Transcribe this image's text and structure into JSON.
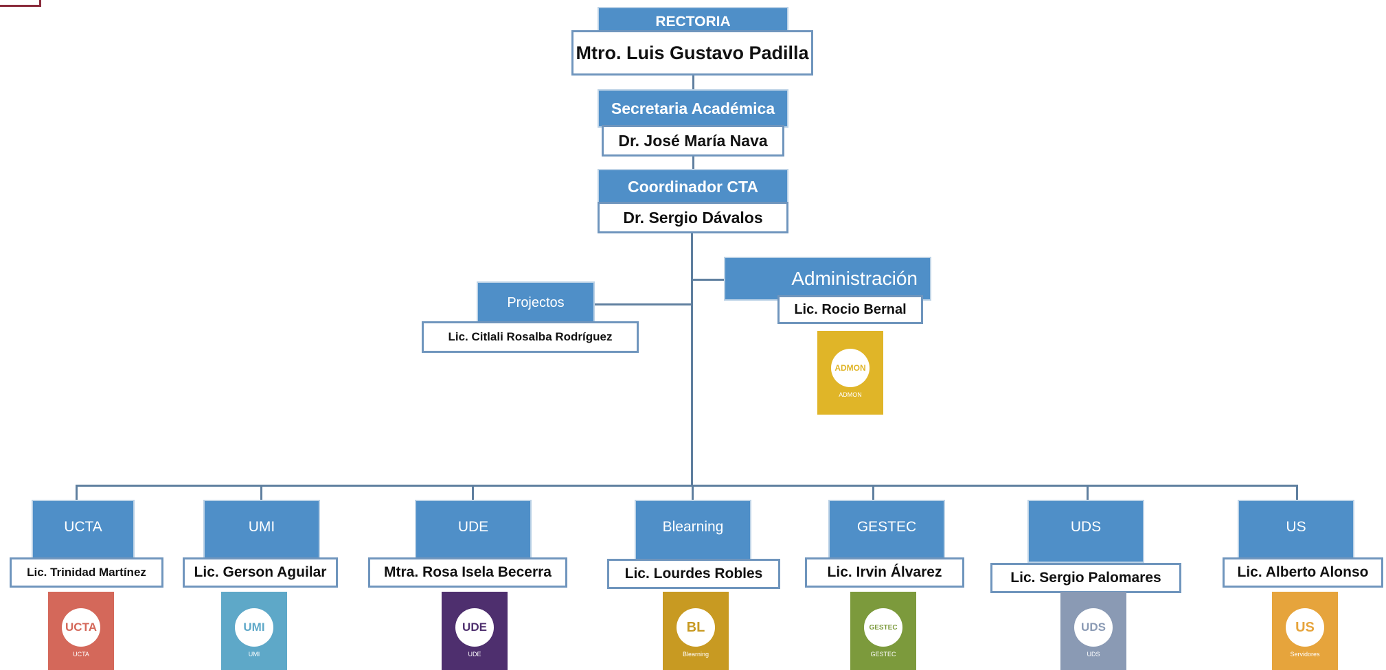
{
  "rectoria": {
    "title": "RECTORIA",
    "name": "Mtro. Luis Gustavo Padilla"
  },
  "secretaria": {
    "title": "Secretaria Académica",
    "name": "Dr. José María Nava"
  },
  "coordinador": {
    "title": "Coordinador CTA",
    "name": "Dr. Sergio Dávalos"
  },
  "proyectos": {
    "title": "Projectos",
    "name": "Lic. Citlali Rosalba Rodríguez"
  },
  "administracion": {
    "title": "Administración",
    "name": "Lic. Rocio Bernal",
    "logo": {
      "circle": "ADMON",
      "sub": "ADMON",
      "color": "#e0b528"
    }
  },
  "units": [
    {
      "title": "UCTA",
      "name": "Lic. Trinidad Martínez",
      "logo": {
        "circle": "UCTA",
        "sub": "UCTA",
        "color": "#d4685a",
        "text_color": "#d4685a"
      }
    },
    {
      "title": "UMI",
      "name": "Lic. Gerson Aguilar",
      "logo": {
        "circle": "UMI",
        "sub": "UMI",
        "color": "#5ea8c8",
        "text_color": "#5ea8c8"
      }
    },
    {
      "title": "UDE",
      "name": "Mtra. Rosa Isela Becerra",
      "logo": {
        "circle": "UDE",
        "sub": "UDE",
        "color": "#4e2f6e",
        "text_color": "#4e2f6e"
      }
    },
    {
      "title": "Blearning",
      "name": "Lic. Lourdes Robles",
      "logo": {
        "circle": "BL",
        "sub": "Blearning",
        "color": "#c89a22",
        "text_color": "#c89a22"
      }
    },
    {
      "title": "GESTEC",
      "name": "Lic. Irvin Álvarez",
      "logo": {
        "circle": "GESTEC",
        "sub": "GESTEC",
        "color": "#7c9a3c",
        "text_color": "#7c9a3c"
      }
    },
    {
      "title": "UDS",
      "name": "Lic. Sergio Palomares",
      "logo": {
        "circle": "UDS",
        "sub": "UDS",
        "color": "#8a9ab4",
        "text_color": "#8a9ab4"
      }
    },
    {
      "title": "US",
      "name": "Lic. Alberto Alonso",
      "logo": {
        "circle": "US",
        "sub": "Servidores",
        "color": "#e6a43c",
        "text_color": "#e6a43c"
      }
    }
  ],
  "colors": {
    "header": "#4f8fc8",
    "border": "#6f95bd",
    "connector": "#5f7f9f"
  }
}
